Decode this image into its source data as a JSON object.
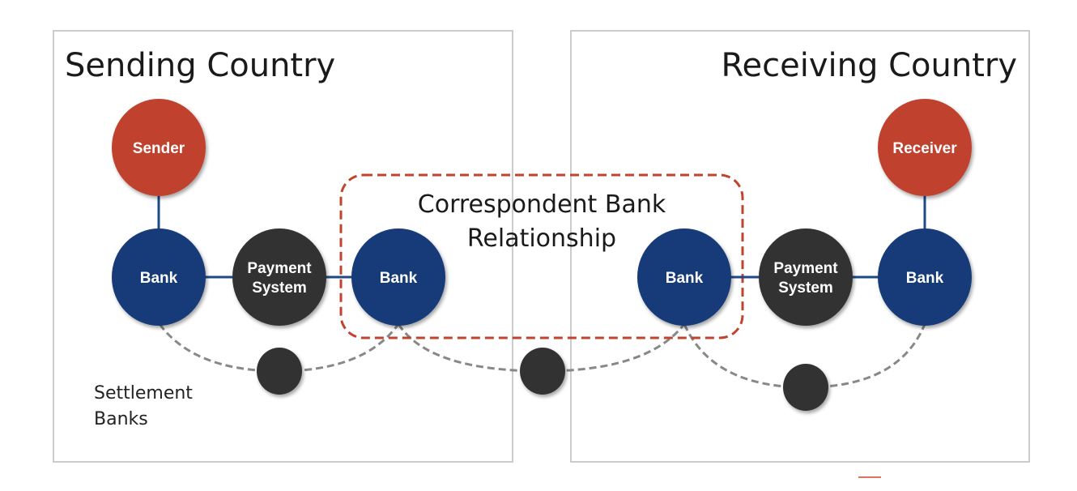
{
  "diagram": {
    "title": "Correspondent Banking Payment Flow",
    "colors": {
      "party": "#c0432f",
      "bank": "#143a78",
      "payment_system": "#333333",
      "settlement_bank": "#333333",
      "correspondent_border": "#c0432f",
      "link": "#1d4a86",
      "settlement_link": "#888888",
      "region_border": "#cccccc"
    },
    "regions": [
      {
        "id": "sending",
        "label": "Sending Country"
      },
      {
        "id": "receiving",
        "label": "Receiving Country"
      }
    ],
    "correspondent": {
      "line1": "Correspondent Bank",
      "line2": "Relationship"
    },
    "nodes": [
      {
        "id": "sender",
        "label": "Sender",
        "type": "party"
      },
      {
        "id": "bank1",
        "label": "Bank",
        "type": "bank"
      },
      {
        "id": "ps1",
        "label1": "Payment",
        "label2": "System",
        "type": "payment_system"
      },
      {
        "id": "bank2",
        "label": "Bank",
        "type": "bank"
      },
      {
        "id": "bank3",
        "label": "Bank",
        "type": "bank"
      },
      {
        "id": "ps2",
        "label1": "Payment",
        "label2": "System",
        "type": "payment_system"
      },
      {
        "id": "bank4",
        "label": "Bank",
        "type": "bank"
      },
      {
        "id": "receiver",
        "label": "Receiver",
        "type": "party"
      },
      {
        "id": "sb1",
        "label": "",
        "type": "settlement_bank"
      },
      {
        "id": "sb2",
        "label": "",
        "type": "settlement_bank"
      },
      {
        "id": "sb3",
        "label": "",
        "type": "settlement_bank"
      }
    ],
    "edges": [
      {
        "from": "sender",
        "to": "bank1",
        "style": "solid"
      },
      {
        "from": "bank1",
        "to": "ps1",
        "style": "solid"
      },
      {
        "from": "ps1",
        "to": "bank2",
        "style": "solid"
      },
      {
        "from": "bank3",
        "to": "ps2",
        "style": "solid"
      },
      {
        "from": "ps2",
        "to": "bank4",
        "style": "solid"
      },
      {
        "from": "receiver",
        "to": "bank4",
        "style": "solid"
      },
      {
        "from": "bank1",
        "to": "bank2",
        "via": "sb1",
        "style": "dashed"
      },
      {
        "from": "bank2",
        "to": "bank3",
        "via": "sb2",
        "style": "dashed"
      },
      {
        "from": "bank3",
        "to": "bank4",
        "via": "sb3",
        "style": "dashed"
      }
    ],
    "legend": {
      "line1": "Settlement",
      "line2": "Banks"
    }
  }
}
